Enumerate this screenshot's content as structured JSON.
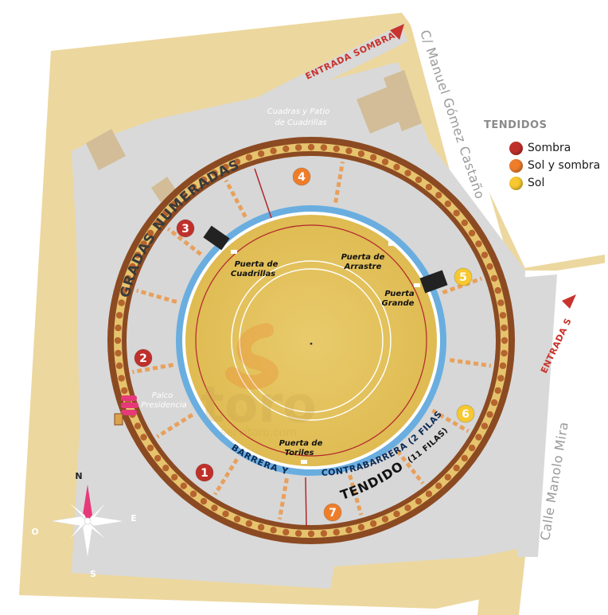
{
  "streets": {
    "top_right": "C/ Manuel Gómez Castaño",
    "right": "Calle Manolo Mira"
  },
  "entrances": {
    "sombra": "ENTRADA SOMBRA",
    "sol": "ENTRADA SOL"
  },
  "areas": {
    "stables": [
      "Cuadras y Patio",
      "de Cuadrillas"
    ],
    "gradas": "GRADAS NUMERADAS",
    "palco": [
      "Palco",
      "Presidencia"
    ],
    "barrera": "BARRERA Y",
    "contrabarrera": "CONTRABARRERA (2 FILAS)",
    "tendidos": "TENDIDOS",
    "tendidos_rows": "(11 FILAS)"
  },
  "gates": [
    {
      "lines": [
        "Puerta de",
        "Cuadrillas"
      ]
    },
    {
      "lines": [
        "Puerta de",
        "Arrastre"
      ]
    },
    {
      "lines": [
        "Puerta",
        "Grande"
      ]
    },
    {
      "lines": [
        "Puerta de",
        "Toriles"
      ]
    }
  ],
  "sections": [
    {
      "number": "1",
      "type": "sombra"
    },
    {
      "number": "2",
      "type": "sombra"
    },
    {
      "number": "3",
      "type": "sombra"
    },
    {
      "number": "4",
      "type": "sol_y_sombra"
    },
    {
      "number": "5",
      "type": "sol"
    },
    {
      "number": "6",
      "type": "sol"
    },
    {
      "number": "7",
      "type": "sol_y_sombra"
    }
  ],
  "legend": {
    "title": "TENDIDOS",
    "items": [
      {
        "label": "Sombra",
        "color": "#c0302b"
      },
      {
        "label": "Sol y sombra",
        "color": "#ee7d2a"
      },
      {
        "label": "Sol",
        "color": "#f7c82f"
      }
    ]
  },
  "watermark": {
    "brand": "toro",
    "url": "servitoro.com"
  },
  "compass": {
    "n": "N",
    "s": "S",
    "e": "E",
    "o": "O"
  },
  "colors": {
    "ground": "#ecd79e",
    "building": "#d9d9d9",
    "seating": "#d7d7d7",
    "sand": "#e4c25e",
    "passage": "#6aaee0",
    "rim": "#8c4a22",
    "accent_red": "#c8332c"
  }
}
